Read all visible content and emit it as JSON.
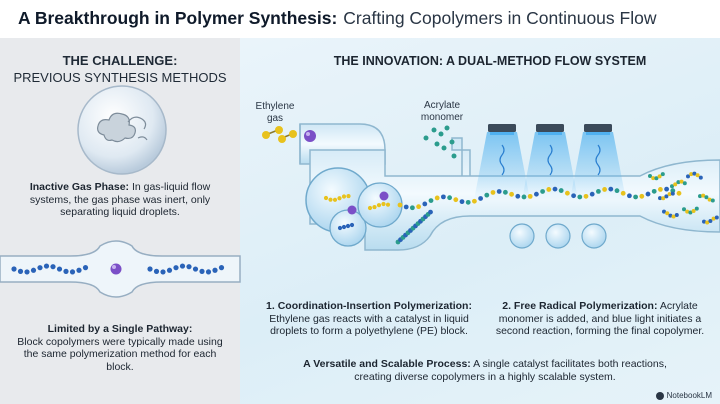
{
  "title": {
    "bold": "A Breakthrough in Polymer Synthesis:",
    "rest": "Crafting Copolymers in Continuous Flow"
  },
  "challenge": {
    "heading_1": "THE CHALLENGE:",
    "heading_2": "PREVIOUS SYNTHESIS METHODS",
    "inactive_bold": "Inactive Gas Phase:",
    "inactive_text": "In gas-liquid flow systems, the gas phase was inert, only separating liquid droplets.",
    "single_bold": "Limited by a Single Pathway:",
    "single_text": "Block copolymers were typically made using the same polymerization method for each block."
  },
  "innovation": {
    "heading": "THE INNOVATION: A DUAL-METHOD FLOW SYSTEM",
    "ethylene_label_1": "Ethylene",
    "ethylene_label_2": "gas",
    "acrylate_label_1": "Acrylate",
    "acrylate_label_2": "monomer",
    "step1_bold": "1. Coordination-Insertion Polymerization:",
    "step1_text": "Ethylene gas reacts with a catalyst in liquid droplets to form a polyethylene (PE) block.",
    "step2_bold": "2. Free Radical Polymerization:",
    "step2_text": "Acrylate monomer is added, and blue light initiates a second reaction, forming the final copolymer.",
    "versatile_bold": "A Versatile and Scalable Process:",
    "versatile_text": "A single catalyst facilitates both reactions, creating diverse copolymers in a highly scalable system."
  },
  "footer": {
    "brand": "NotebookLM"
  },
  "colors": {
    "monomer_blue": "#2a63b8",
    "monomer_yellow": "#e8c21d",
    "monomer_teal": "#2b9c8d",
    "catalyst_purple": "#7b4fc7",
    "light_blue": "#3aa0e6"
  }
}
